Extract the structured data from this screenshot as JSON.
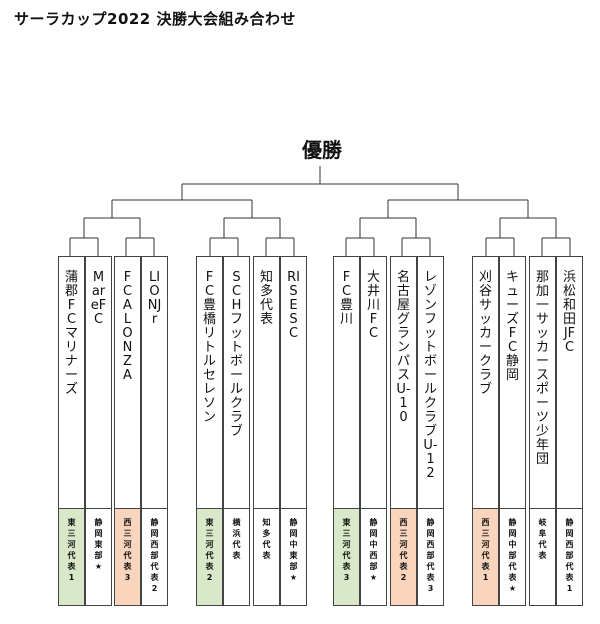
{
  "title": "サーラカップ2022 決勝大会組み合わせ",
  "winner_label": "優勝",
  "colors": {
    "green": "#d9e8c8",
    "orange": "#f9d5bd"
  },
  "teams": [
    {
      "name": "蒲郡FCマリナーズ",
      "qual": "東三河代表1",
      "color": "green"
    },
    {
      "name": "MareFC",
      "qual": "静岡東部★",
      "color": "none"
    },
    {
      "name": "FCALONZA",
      "qual": "西三河代表3",
      "color": "orange"
    },
    {
      "name": "LIONJr",
      "qual": "静岡西部代表2",
      "color": "none"
    },
    {
      "name": "FC豊橋リトルセレソン",
      "qual": "東三河代表2",
      "color": "green"
    },
    {
      "name": "SCHフットボールクラブ",
      "qual": "横浜代表",
      "color": "none"
    },
    {
      "name": "知多代表",
      "qual": "知多代表",
      "color": "none"
    },
    {
      "name": "RISESC",
      "qual": "静岡中東部★",
      "color": "none"
    },
    {
      "name": "FC豊川",
      "qual": "東三河代表3",
      "color": "green"
    },
    {
      "name": "大井川FC",
      "qual": "静岡中西部★",
      "color": "none"
    },
    {
      "name": "名古屋グランパスU-10",
      "qual": "西三河代表2",
      "color": "orange"
    },
    {
      "name": "レゾンフットボールクラブU-12",
      "qual": "静岡西部代表3",
      "color": "none"
    },
    {
      "name": "刈谷サッカークラブ",
      "qual": "西三河代表1",
      "color": "orange"
    },
    {
      "name": "キューズFC静岡",
      "qual": "静岡中部代表★",
      "color": "none"
    },
    {
      "name": "那加一サッカースポーツ少年団",
      "qual": "岐阜代表",
      "color": "none"
    },
    {
      "name": "浜松和田JFC",
      "qual": "静岡西部代表1",
      "color": "none"
    }
  ]
}
